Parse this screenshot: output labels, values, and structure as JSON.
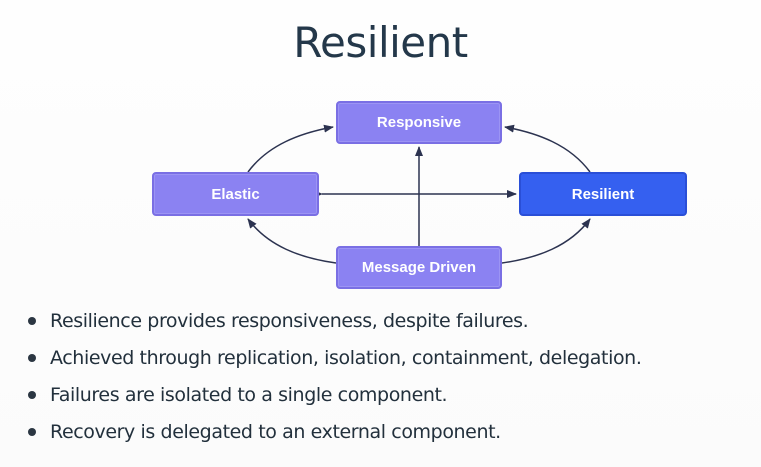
{
  "slide": {
    "title": "Resilient",
    "diagram": {
      "nodes": {
        "responsive": "Responsive",
        "elastic": "Elastic",
        "resilient": "Resilient",
        "message_driven": "Message Driven"
      },
      "highlighted_node": "resilient"
    },
    "bullets": [
      "Resilience provides responsiveness, despite failures.",
      "Achieved through replication, isolation, containment, delegation.",
      "Failures are isolated to a single component.",
      "Recovery is delegated to an external component."
    ]
  },
  "colors": {
    "node_fill": "#8b82f2",
    "highlight_fill": "#3560f0",
    "arrow": "#2c3350",
    "title_text": "#24384a"
  }
}
